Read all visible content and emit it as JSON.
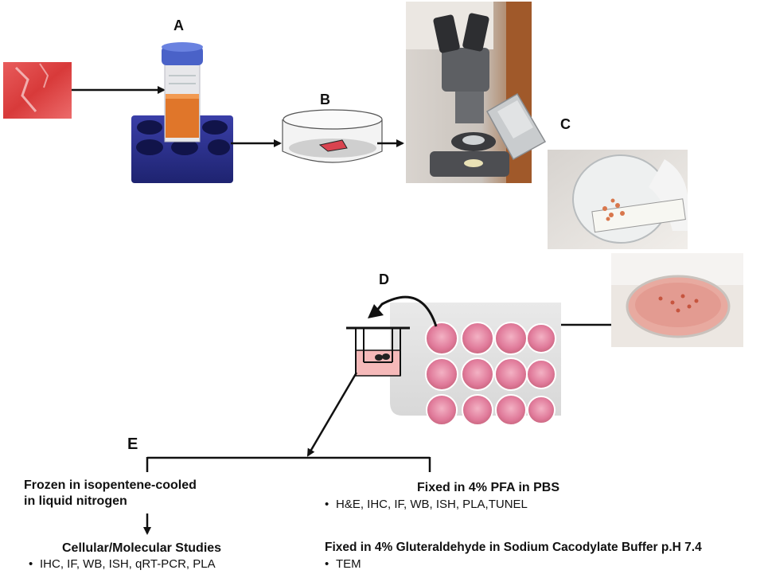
{
  "panels": {
    "a": "A",
    "b": "B",
    "c": "C",
    "d": "D",
    "e": "E"
  },
  "branches": {
    "frozen": {
      "title_line1": "Frozen in isopentene-cooled",
      "title_line2": "in liquid nitrogen",
      "sub_title": "Cellular/Molecular Studies",
      "sub_items": "IHC, IF, WB, ISH, qRT-PCR, PLA"
    },
    "pfa": {
      "title": "Fixed in 4% PFA in PBS",
      "items": "H&E, IHC, IF, WB, ISH, PLA,TUNEL"
    },
    "glut": {
      "title": "Fixed in 4% Gluteraldehyde in Sodium Cacodylate Buffer p.H 7.4",
      "items": "TEM"
    }
  },
  "bullet": "•",
  "colors": {
    "tissue_red": "#e04a4a",
    "tube_cap_blue": "#4a62c8",
    "rack_blue": "#2a2f8a",
    "medium_orange": "#e0762a",
    "well_pink": "#e48aa6",
    "insert_fill": "#f5b9b9",
    "arrow": "#111111"
  }
}
